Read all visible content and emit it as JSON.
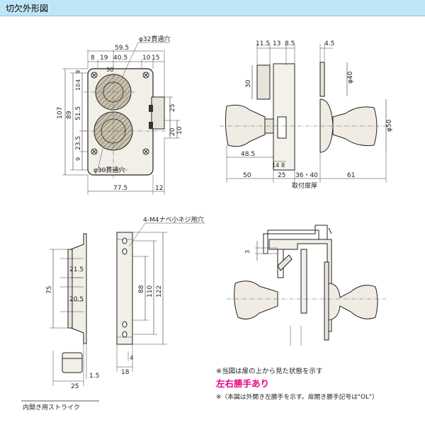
{
  "title": "切欠外形図",
  "fig1": {
    "top_dims": [
      "59.5",
      "8",
      "19",
      "40.5",
      "10",
      "15"
    ],
    "hole_top_label": "φ32貫通穴",
    "hole_bottom_label": "φ30貫通穴",
    "left_dims": [
      "107",
      "89",
      "4",
      "10",
      "9",
      "51.5",
      "23.5",
      "9"
    ],
    "inner_label": "30",
    "right_dims": [
      "25",
      "20",
      "10"
    ],
    "bottom_dims": [
      "77.5",
      "12"
    ]
  },
  "fig2": {
    "top_dims": [
      "11.5",
      "13",
      "8.5",
      "4.5"
    ],
    "left_dim": "30",
    "right_dims": [
      "φ40",
      "φ50"
    ],
    "bottom_dims": [
      "48.5",
      "14",
      "8",
      "50",
      "25",
      "36・40",
      "61"
    ],
    "door_label": "取付扉厚"
  },
  "fig3": {
    "left_dims": [
      "21.5",
      "20.5",
      "75"
    ],
    "bottom_dims": [
      "1.5",
      "25"
    ],
    "caption": "内開き用ストライク"
  },
  "fig4": {
    "screw_label": "4-M4ナベ小ネジ用穴",
    "right_dims": [
      "88",
      "110",
      "122"
    ],
    "bottom_dims": [
      "4",
      "18"
    ]
  },
  "fig5": {
    "left_dim": "3"
  },
  "notes": {
    "line1": "※当図は扉の上から見た状態を示す",
    "line2": "左右勝手あり",
    "line3": "※（本図は外開き左勝手を示す。扉開き勝手記号は\"OL\"）"
  },
  "colors": {
    "header_bg": "#bfe6f7",
    "accent_pink": "#e6007e",
    "part_fill": "#e8e4dc"
  }
}
